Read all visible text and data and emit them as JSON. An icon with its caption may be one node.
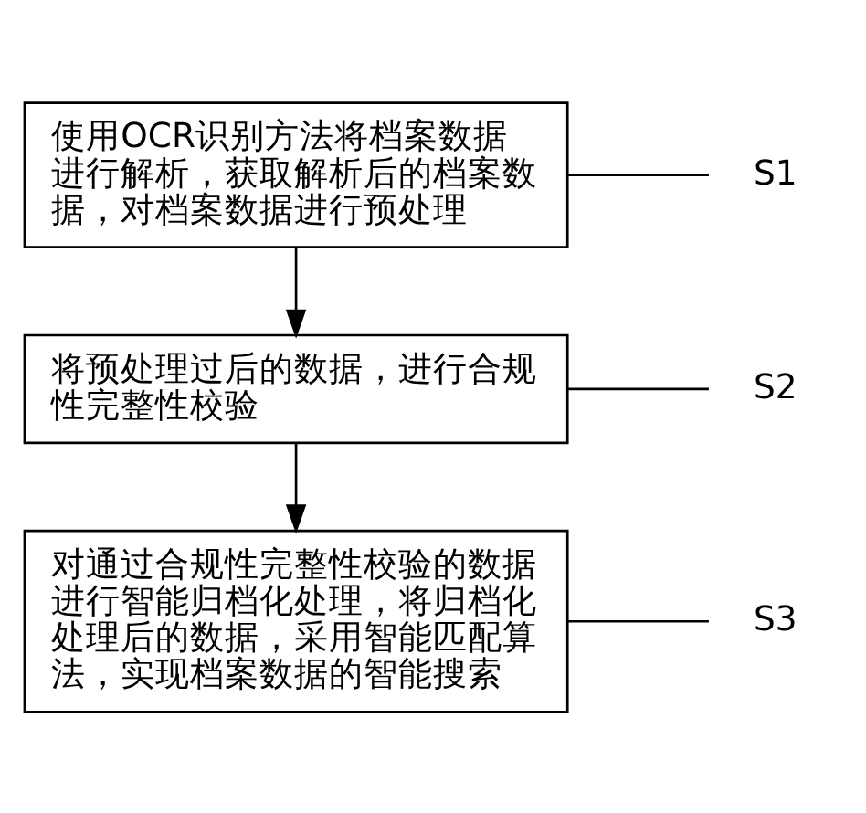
{
  "diagram": {
    "nodes": [
      {
        "text": [
          "使用OCR识别方法将档案数据进行解析，获取解析后的档案数据，对档案数据进行预处理"
        ]
      },
      {
        "text": [
          "将预处理过后的数据，进行合规性完整性校验"
        ]
      },
      {
        "text": [
          "对通过合规性完整性校验的数据进行智能归档化处理，将归档化处理后的数据，采用智能匹配算法，实现档案数据的智能搜索"
        ]
      },
      {
        "text": [
          "S1"
        ]
      },
      {
        "text": [
          "S2"
        ]
      },
      {
        "text": [
          "S3"
        ]
      }
    ],
    "edges": [
      {
        "from": 0,
        "to": 1,
        "arrow": "to"
      },
      {
        "from": 1,
        "to": 2,
        "arrow": "to"
      },
      {
        "from": 0,
        "to": 3,
        "arrow": "none"
      },
      {
        "from": 1,
        "to": 4,
        "arrow": "none"
      },
      {
        "from": 2,
        "to": 5,
        "arrow": "none"
      }
    ]
  }
}
